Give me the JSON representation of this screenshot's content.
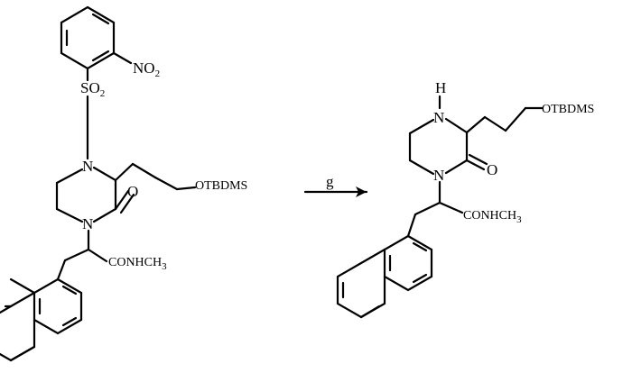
{
  "reaction": {
    "reactant": {
      "name": "reactant-structure",
      "labels": {
        "nitro": "NO",
        "nitro_sub": "2",
        "sulfonyl": "SO",
        "sulfonyl_sub": "2",
        "n_top": "N",
        "n_bottom": "N",
        "carbonyl_o": "O",
        "silyl_ether": "OTBDMS",
        "amide": "CONHCH",
        "amide_sub": "3"
      }
    },
    "arrow": {
      "reagent": "g"
    },
    "product": {
      "name": "product-structure",
      "labels": {
        "h": "H",
        "n_top": "N",
        "n_bottom": "N",
        "carbonyl_o": "O",
        "silyl_ether": "OTBDMS",
        "amide": "CONHCH",
        "amide_sub": "3"
      }
    }
  }
}
